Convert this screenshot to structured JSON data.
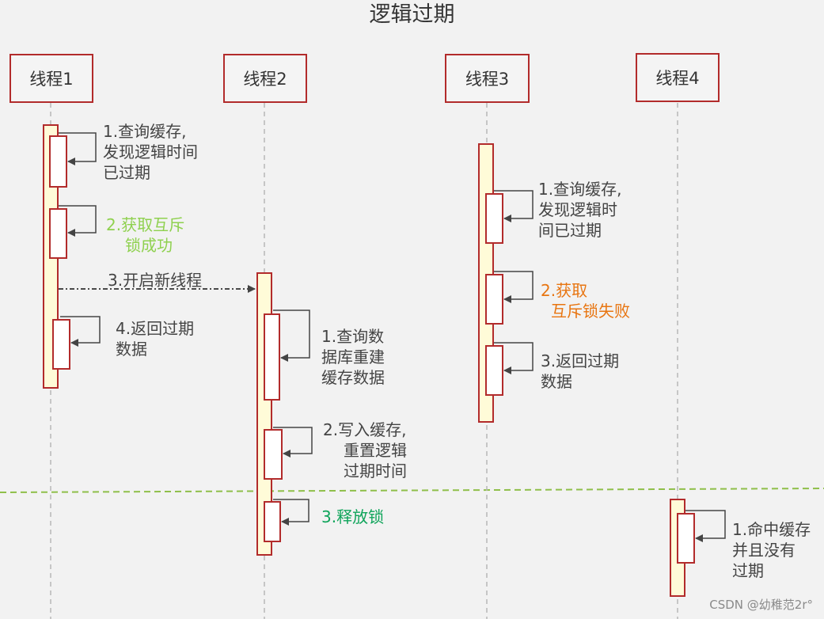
{
  "title": "逻辑过期",
  "lanes": [
    "线程1",
    "线程2",
    "线程3",
    "线程4"
  ],
  "notes": {
    "t1_1": [
      "1.查询缓存,",
      "发现逻辑时间",
      "已过期"
    ],
    "t1_2": [
      "2.获取互斥",
      "锁成功"
    ],
    "t1_3": [
      "3.开启新线程"
    ],
    "t1_4": [
      "4.返回过期",
      "数据"
    ],
    "t2_1": [
      "1.查询数",
      "据库重建",
      "缓存数据"
    ],
    "t2_2": [
      "2.写入缓存,",
      "重置逻辑",
      "过期时间"
    ],
    "t2_3": [
      "3.释放锁"
    ],
    "t3_1": [
      "1.查询缓存,",
      "发现逻辑时",
      "间已过期"
    ],
    "t3_2": [
      "2.获取",
      "互斥锁失败"
    ],
    "t3_3": [
      "3.返回过期",
      "数据"
    ],
    "t4_1": [
      "1.命中缓存",
      "并且没有",
      "过期"
    ]
  },
  "colors": {
    "border_red": "#b22b2b",
    "activation_fill": "#fffbd8",
    "success_green": "#8fd14f",
    "fail_orange": "#e87511",
    "release_green": "#0fa45a",
    "separator": "#8fbf4a"
  },
  "watermark": "CSDN @幼稚范2r°"
}
